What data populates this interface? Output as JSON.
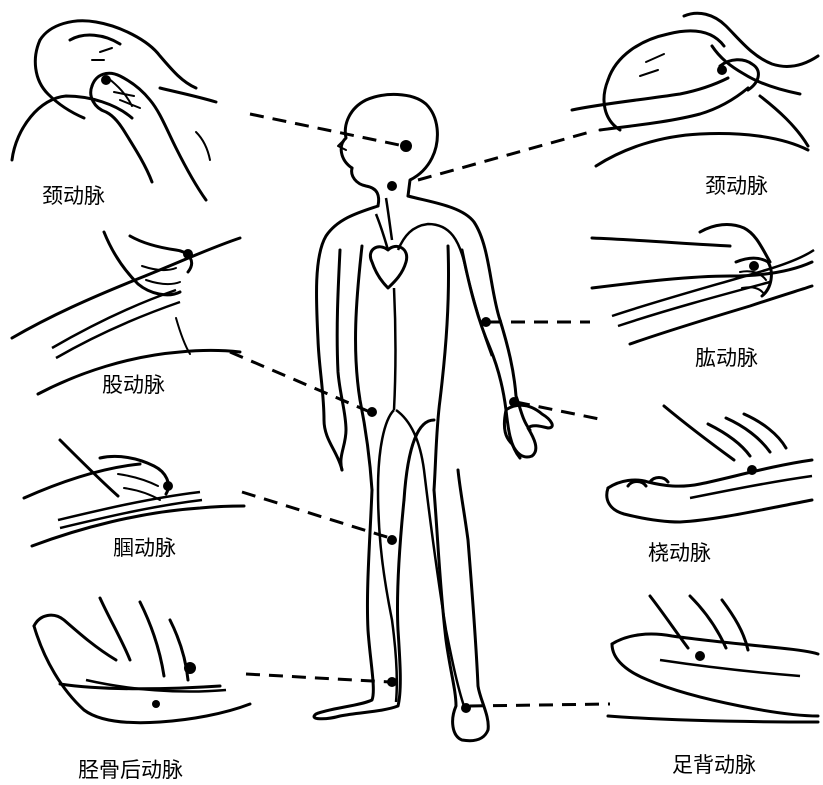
{
  "labels": {
    "carotid_left": "颈动脉",
    "carotid_right": "颈动脉",
    "femoral": "股动脉",
    "brachial": "肱动脉",
    "popliteal": "腘动脉",
    "radial": "桡动脉",
    "posterior_tibial": "胫骨后动脉",
    "dorsalis_pedis": "足背动脉"
  },
  "colors": {
    "ink": "#000000",
    "background": "#ffffff"
  }
}
